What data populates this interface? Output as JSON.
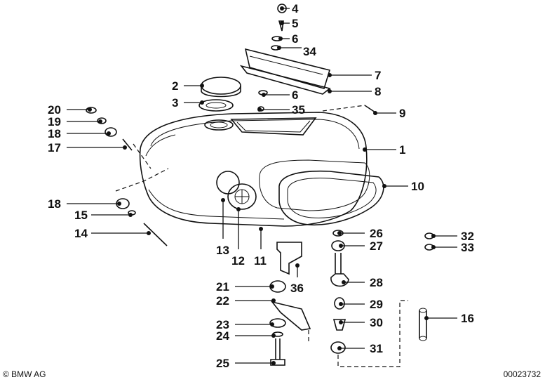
{
  "diagram": {
    "labels": {
      "l1": "1",
      "l2": "2",
      "l3": "3",
      "l4": "4",
      "l5": "5",
      "l6a": "6",
      "l6b": "6",
      "l7": "7",
      "l8": "8",
      "l9": "9",
      "l10": "10",
      "l11": "11",
      "l12": "12",
      "l13": "13",
      "l14": "14",
      "l15": "15",
      "l16": "16",
      "l17": "17",
      "l18a": "18",
      "l18b": "18",
      "l19": "19",
      "l20": "20",
      "l21": "21",
      "l22": "22",
      "l23": "23",
      "l24": "24",
      "l25": "25",
      "l26": "26",
      "l27": "27",
      "l28": "28",
      "l29": "29",
      "l30": "30",
      "l31": "31",
      "l32": "32",
      "l33": "33",
      "l34": "34",
      "l35": "35",
      "l36": "36"
    }
  },
  "footer": {
    "copyright": "© BMW AG",
    "drawing_number": "00023732"
  }
}
